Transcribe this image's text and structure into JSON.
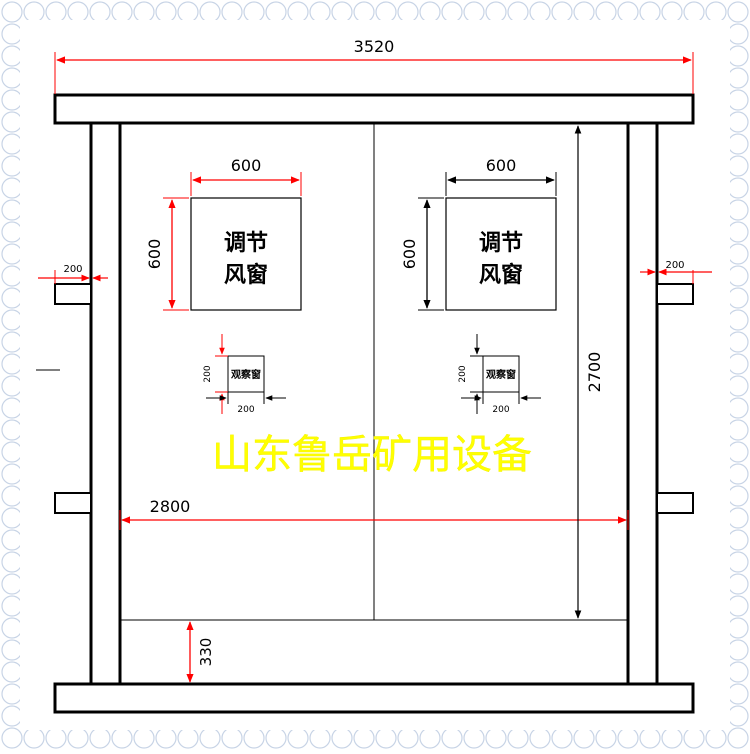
{
  "dimensions": {
    "total_width": "3520",
    "door_width": "2800",
    "height": "2700",
    "bottom_gap": "330",
    "post_left": "200",
    "post_right": "200"
  },
  "windows": [
    {
      "label_line1": "调节",
      "label_line2": "风窗",
      "width": "600",
      "height": "600"
    },
    {
      "label_line1": "调节",
      "label_line2": "风窗",
      "width": "600",
      "height": "600"
    }
  ],
  "observation_windows": [
    {
      "label": "观察窗",
      "width": "200",
      "height": "200"
    },
    {
      "label": "观察窗",
      "width": "200",
      "height": "200"
    }
  ],
  "watermark": "山东鲁岳矿用设备",
  "colors": {
    "dimension": "#ff0000",
    "watermark": "#ffff00",
    "outline": "#000000",
    "frame_edge": "#c8d4e6"
  }
}
